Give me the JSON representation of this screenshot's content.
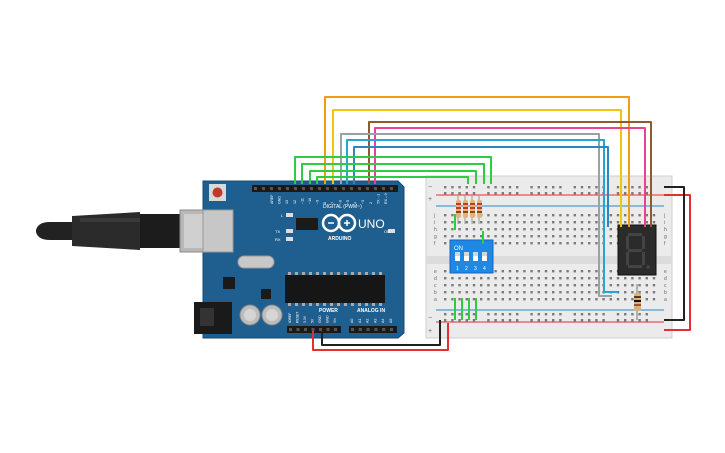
{
  "arduino": {
    "brand": "ARDUINO",
    "model": "UNO",
    "digital_label": "DIGITAL (PWM~)",
    "power_label": "POWER",
    "analog_label": "ANALOG IN",
    "on_label": "ON",
    "l_label": "L",
    "tx_label": "TX",
    "rx_label": "RX",
    "digital_pins": [
      "AREF",
      "GND",
      "13",
      "12",
      "~11",
      "~10",
      "~9",
      "8",
      "7",
      "~6",
      "~5",
      "4",
      "~3",
      "2",
      "TX→1",
      "RX←0"
    ],
    "power_pins": [
      "IOREF",
      "RESET",
      "3.3V",
      "5V",
      "GND",
      "GND",
      "Vin"
    ],
    "analog_pins": [
      "A0",
      "A1",
      "A2",
      "A3",
      "A4",
      "A5"
    ]
  },
  "dip_switch": {
    "on_label": "ON",
    "switch_numbers": [
      "1",
      "2",
      "3",
      "4"
    ]
  },
  "seven_segment": {
    "digit": "8"
  },
  "breadboard": {
    "row_letters_top": [
      "j",
      "i",
      "h",
      "g",
      "f"
    ],
    "row_letters_bottom": [
      "e",
      "d",
      "c",
      "b",
      "a"
    ],
    "plus": "+",
    "minus": "−"
  },
  "colors": {
    "board": "#1f5f8f",
    "wire_orange": "#f39c12",
    "wire_yellow": "#f1c40f",
    "wire_brown": "#8e5b2f",
    "wire_magenta": "#e84393",
    "wire_gray": "#95a5a6",
    "wire_cyan": "#22a6d4",
    "wire_blue": "#2e86c1",
    "wire_green": "#2ecc40",
    "wire_red": "#e62e2e",
    "wire_black": "#222222"
  }
}
